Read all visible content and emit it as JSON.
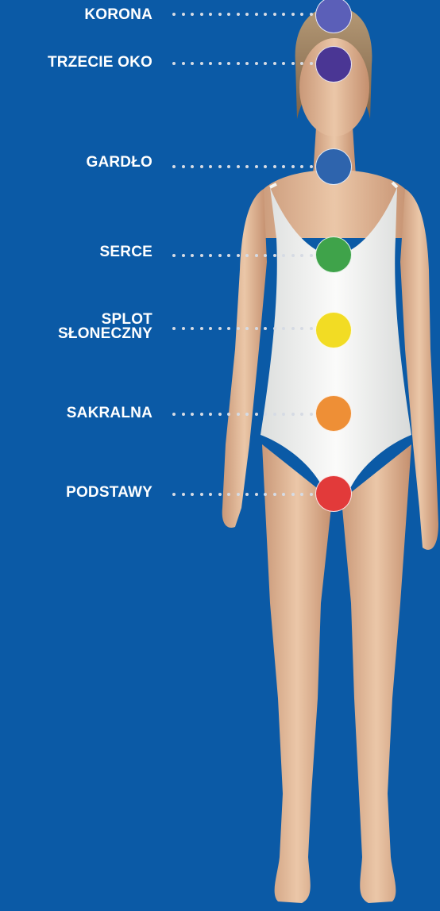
{
  "chakras": [
    {
      "id": "korona",
      "lines": [
        "KORONA"
      ],
      "color": "#5b5fb8"
    },
    {
      "id": "trzecie",
      "lines": [
        "TRZECIE OKO"
      ],
      "color": "#4a3694"
    },
    {
      "id": "gardlo",
      "lines": [
        "GARDŁO"
      ],
      "color": "#2e64ad"
    },
    {
      "id": "serce",
      "lines": [
        "SERCE"
      ],
      "color": "#3fa34a"
    },
    {
      "id": "splot",
      "lines": [
        "SPLOT",
        "SŁONECZNY"
      ],
      "color": "#f2dc24"
    },
    {
      "id": "sakralna",
      "lines": [
        "SAKRALNA"
      ],
      "color": "#ee8f36"
    },
    {
      "id": "podstawy",
      "lines": [
        "PODSTAWY"
      ],
      "color": "#e23a3a"
    }
  ],
  "colors": {
    "background": "#0b5aa6",
    "garment": "#f4f5f3",
    "skin": "#e7c2a3"
  }
}
